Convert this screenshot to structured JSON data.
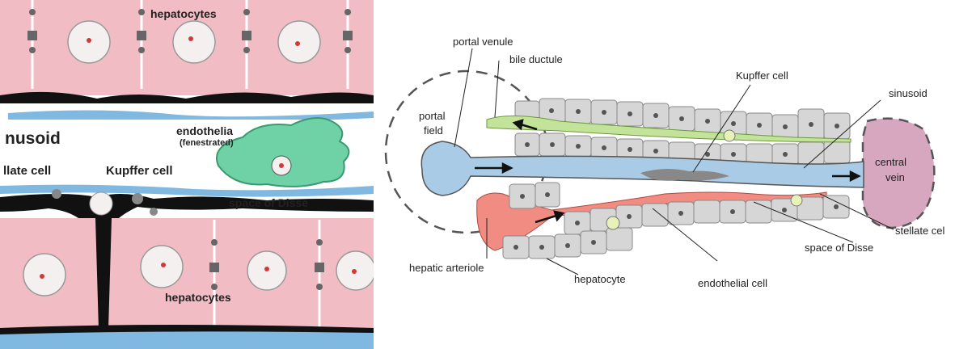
{
  "left_diagram": {
    "labels": {
      "hepatocytes_top": "hepatocytes",
      "sinusoid": "nusoid",
      "endothelia": "endothelia",
      "fenestrated": "(fenestrated)",
      "stellate_cell": "llate cell",
      "kupffer_cell": "Kupffer cell",
      "space_of_disse": "space of Disse",
      "hepatocytes_bottom": "hepatocytes"
    },
    "colors": {
      "hepatocyte": "#f2bcc4",
      "sinusoid_lining": "#7fb8e0",
      "stellate": "#111111",
      "kupffer": "#6fd1a6",
      "nucleus": "#f3f0ef"
    }
  },
  "right_diagram": {
    "labels": {
      "portal_venule": "portal venule",
      "bile_ductule": "bile ductule",
      "portal_field_1": "portal",
      "portal_field_2": "field",
      "kupffer_cell": "Kupffer cell",
      "sinusoid": "sinusoid",
      "central_vein_1": "central",
      "central_vein_2": "vein",
      "stellate_cell": "stellate cel",
      "space_of_disse": "space of Disse",
      "hepatic_arteriole": "hepatic arteriole",
      "hepatocyte": "hepatocyte",
      "endothelial_cell": "endothelial cell"
    },
    "colors": {
      "hepatocyte": "#d6d6d6",
      "portal_venule": "#a9cbe6",
      "bile_ductule": "#c4e39a",
      "arteriole": "#f08c82",
      "central_vein": "#d7a7bf"
    }
  }
}
